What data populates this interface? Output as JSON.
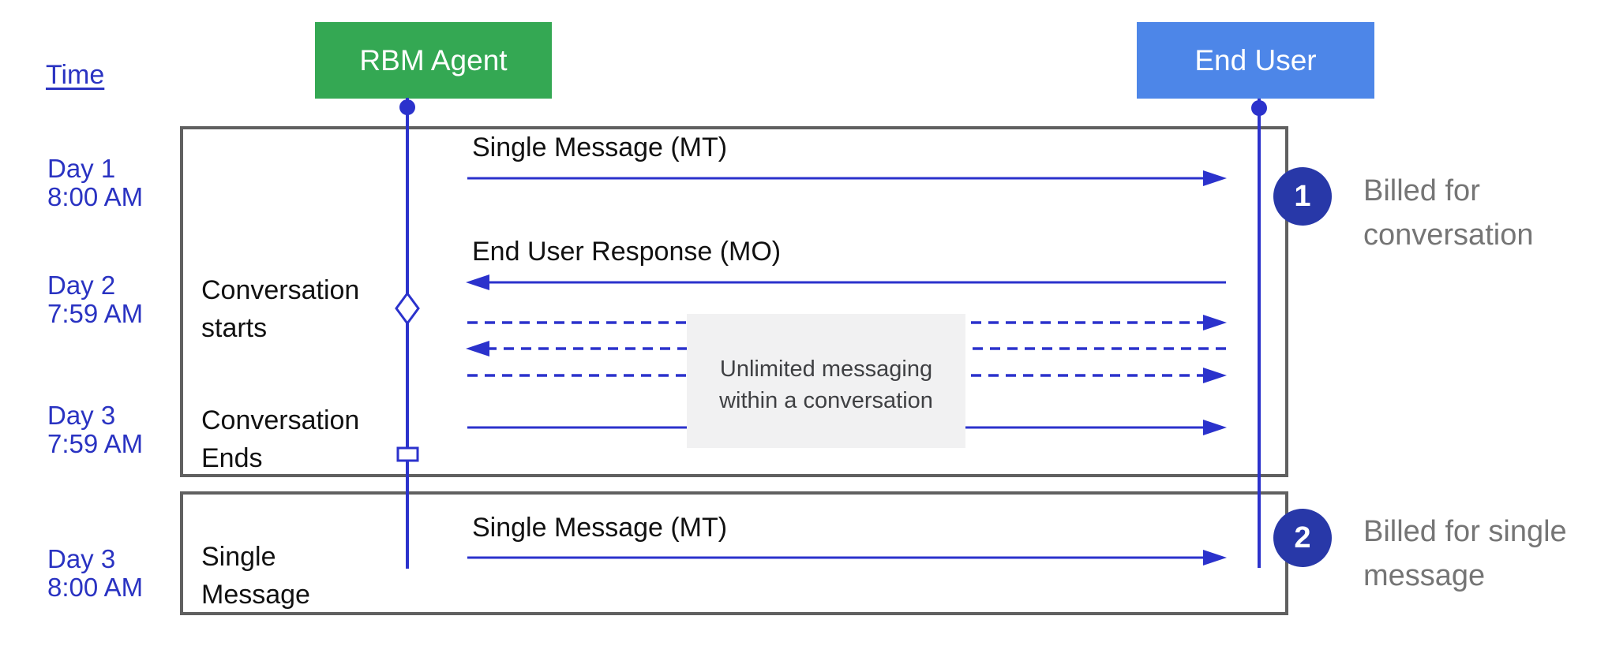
{
  "diagram": {
    "time_axis_label": "Time",
    "actors": {
      "agent": "RBM Agent",
      "user": "End User"
    },
    "timeline": [
      {
        "day": "Day 1",
        "time": "8:00 AM"
      },
      {
        "day": "Day 2",
        "time": "7:59 AM"
      },
      {
        "day": "Day 3",
        "time": "7:59 AM"
      },
      {
        "day": "Day 3",
        "time": "8:00 AM"
      }
    ],
    "events": {
      "start_line1": "Conversation",
      "start_line2": "starts",
      "end_line1": "Conversation",
      "end_line2": "Ends",
      "single_line1": "Single",
      "single_line2": "Message"
    },
    "messages": {
      "mt_conversation": "Single Message (MT)",
      "mo_response": "End User Response (MO)",
      "mt_single": "Single Message (MT)"
    },
    "note": {
      "line1": "Unlimited messaging",
      "line2": "within a conversation"
    },
    "annotations": [
      {
        "number": "1",
        "line1": "Billed for",
        "line2": "conversation"
      },
      {
        "number": "2",
        "line1": "Billed for single",
        "line2": "message"
      }
    ],
    "colors": {
      "agent_green": "#34a853",
      "user_blue": "#4d86e8",
      "line_blue": "#2b32cc",
      "badge_blue": "#2838a8",
      "label_blue": "#2a33c2",
      "muted_gray": "#757575",
      "note_bg": "#f1f1f2",
      "box_border": "#606060"
    }
  }
}
